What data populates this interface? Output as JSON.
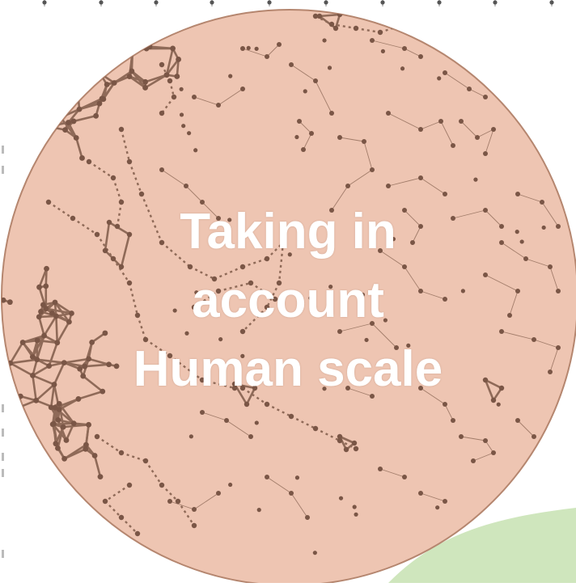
{
  "slide": {
    "title_lines": [
      "Taking in",
      "account",
      "Human scale"
    ]
  },
  "colors": {
    "disc_fill": "#eec5b2",
    "disc_stroke": "#b5866f",
    "node": "#7a5646",
    "edge": "#8f6a58",
    "accent_blob": "#cfe6bd",
    "text": "#ffffff"
  },
  "icons": [
    "network-graph-icon"
  ]
}
